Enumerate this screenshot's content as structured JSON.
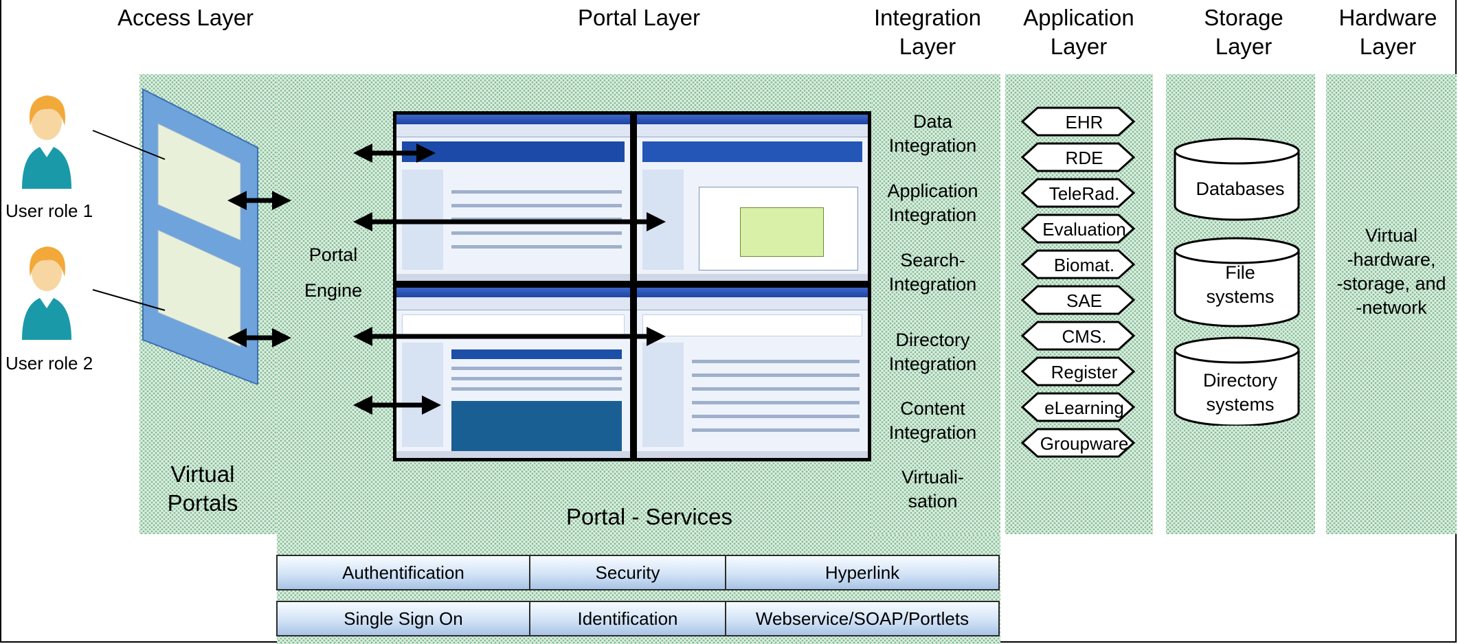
{
  "headers": {
    "access": "Access Layer",
    "portal": "Portal Layer",
    "integration": [
      "Integration",
      "Layer"
    ],
    "application": [
      "Application",
      "Layer"
    ],
    "storage": [
      "Storage",
      "Layer"
    ],
    "hardware": [
      "Hardware",
      "Layer"
    ]
  },
  "users": [
    "User role 1",
    "User role 2"
  ],
  "virtual_portals": [
    "Virtual",
    "Portals"
  ],
  "portal_engine": [
    "Portal",
    "Engine"
  ],
  "portal_services": "Portal - Services",
  "integration_items": [
    [
      "Data",
      "Integration"
    ],
    [
      "Application",
      "Integration"
    ],
    [
      "Search-",
      "Integration"
    ],
    [
      "Directory",
      "Integration"
    ],
    [
      "Content",
      "Integration"
    ],
    [
      "Virtuali-",
      "sation"
    ]
  ],
  "applications": [
    "EHR",
    "RDE",
    "TeleRad.",
    "Evaluation",
    "Biomat.",
    "SAE",
    "CMS.",
    "Register",
    "eLearning",
    "Groupware"
  ],
  "storage": [
    [
      "Databases"
    ],
    [
      "File",
      "systems"
    ],
    [
      "Directory",
      "systems"
    ]
  ],
  "hardware_text": [
    "Virtual",
    "-hardware,",
    "-storage, and",
    "-network"
  ],
  "services_row1": [
    "Authentification",
    "Security",
    "Hyperlink"
  ],
  "services_row2": [
    "Single Sign On",
    "Identification",
    "Webservice/SOAP/Portlets"
  ],
  "colors": {
    "dot_fill": "#86c097",
    "dot_background": "#e4f1e8",
    "user_hair": "#f2a93a",
    "user_body": "#1a9aa8",
    "portal_plane": "#6fa3dc",
    "service_box": "#c5d9f1"
  }
}
